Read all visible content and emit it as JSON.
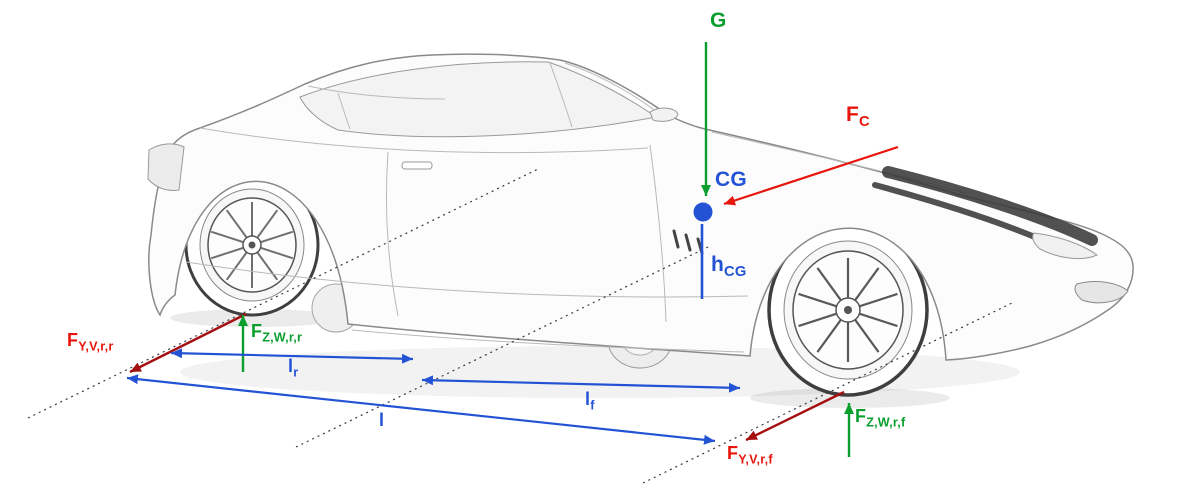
{
  "colors": {
    "green": "#0a9e2e",
    "blue": "#2353d4",
    "red_bright": "#e8150c",
    "red_dark": "#a50f0f"
  },
  "labels": {
    "gravity": {
      "main": "G",
      "sub": ""
    },
    "cg": {
      "main": "CG",
      "sub": ""
    },
    "centrifugal": {
      "main": "F",
      "sub": "C"
    },
    "cg_height": {
      "main": "h",
      "sub": "CG"
    },
    "lateral_rear": {
      "main": "F",
      "sub": "Y,V,r,r"
    },
    "vertical_rear": {
      "main": "F",
      "sub": "Z,W,r,r"
    },
    "dist_rear": {
      "main": "l",
      "sub": "r"
    },
    "wheelbase": {
      "main": "l",
      "sub": ""
    },
    "dist_front": {
      "main": "l",
      "sub": "f"
    },
    "vertical_front": {
      "main": "F",
      "sub": "Z,W,r,f"
    },
    "lateral_front": {
      "main": "F",
      "sub": "Y,V,r,f"
    }
  }
}
